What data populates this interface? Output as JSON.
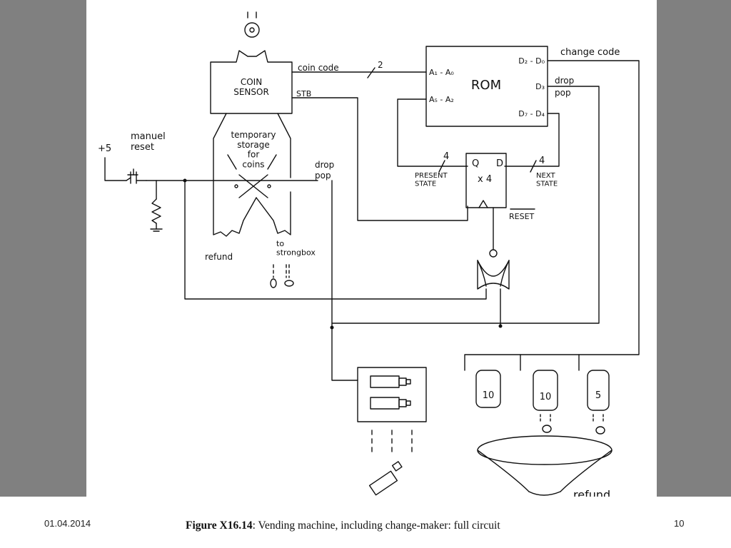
{
  "diagram": {
    "coin_sensor": "COIN\nSENSOR",
    "coin_code": "coin code",
    "coin_code_bits": "2",
    "stb": "STB",
    "rom": "ROM",
    "rom_in_a1a0": "A₁ - A₀",
    "rom_in_a5a2": "A₅ - A₂",
    "rom_out_d2d0": "D₂ - D₀",
    "rom_out_d3": "D₃",
    "rom_out_d7d4": "D₇ - D₄",
    "change_code": "change code",
    "drop_top": "drop",
    "pop_top": "pop",
    "plus5": "+5",
    "manual_reset": "manuel\nreset",
    "temporary_storage": "temporary\nstorage\nfor\ncoins",
    "drop_mid": "drop",
    "pop_mid": "pop",
    "present_state_bits": "4",
    "present_state": "PRESENT\nSTATE",
    "ff_q": "Q",
    "ff_d": "D",
    "ff_x4": "x 4",
    "next_state_bits": "4",
    "next_state": "NEXT\nSTATE",
    "reset": "RESET",
    "refund_left": "refund",
    "to_strongbox": "to\nstrongbox",
    "coin_10a": "10",
    "coin_10b": "10",
    "coin_5": "5",
    "refund_bottom": "refund"
  },
  "footer": {
    "date": "01.04.2014",
    "caption_bold": "Figure X16.14",
    "caption_rest": ": Vending machine, including change-maker: full circuit",
    "page": "10"
  }
}
